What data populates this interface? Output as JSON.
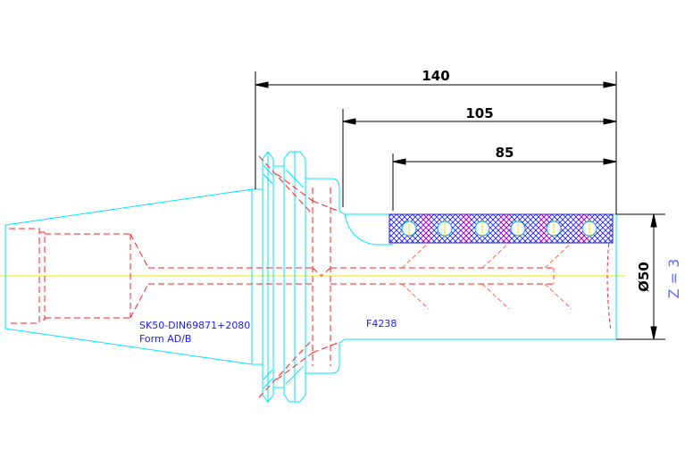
{
  "dimensions": {
    "length_total": "140",
    "length_mid": "105",
    "length_short": "85",
    "diameter": "Ø50"
  },
  "notes": {
    "standard": "SK50-DIN69871+2080",
    "form": "Form AD/B",
    "part_no": "F4238"
  },
  "side_label": "Z = 3",
  "colors": {
    "outline": "#00e5ff",
    "hidden": "#ff2020",
    "centerline": "#e8e800",
    "dimension": "#000000",
    "hatch": "#1a1aff",
    "hatch_alt": "#c000c0"
  }
}
